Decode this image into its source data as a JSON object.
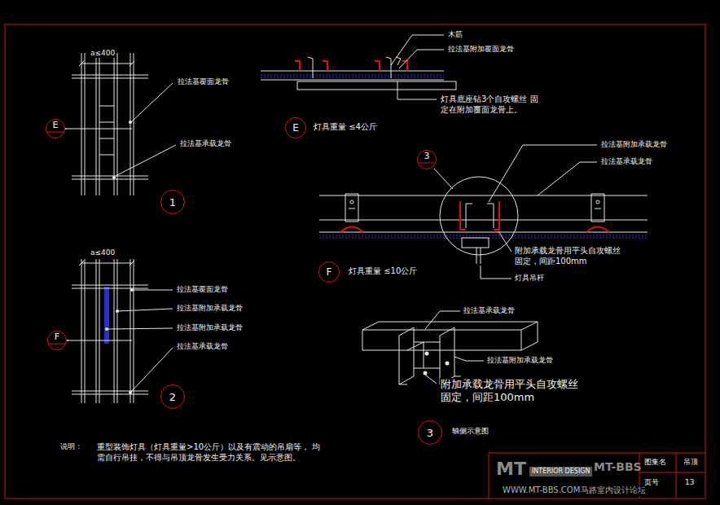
{
  "diagram": {
    "nodes": [
      {
        "text": [
          "E"
        ]
      },
      {
        "text": [
          "1"
        ]
      },
      {
        "text": [
          "F"
        ]
      },
      {
        "text": [
          "2"
        ]
      },
      {
        "text": [
          "E"
        ]
      },
      {
        "text": [
          "3"
        ]
      },
      {
        "text": [
          "F"
        ]
      },
      {
        "text": [
          "3"
        ]
      }
    ],
    "labels": [
      "a≤400",
      "拉法基覆面龙骨",
      "拉法基承载龙骨",
      "a≤400",
      "拉法基覆面龙骨",
      "拉法基附加承载龙骨",
      "拉法基附加承载龙骨",
      "拉法基承载龙骨",
      "木筋",
      "拉法基附加覆面龙骨",
      "灯具底座钻3个自攻螺丝 固定在附加覆面龙骨上。",
      "灯具重量 ≤4公斤",
      "拉法基附加承载龙骨",
      "拉法基承载龙骨",
      "附加承载龙骨用平头自攻螺丝 固定，间距100mm",
      "灯具吊杆",
      "灯具重量 ≤10公斤",
      "拉法基承载龙骨",
      "拉法基附加承载龙骨",
      "附加承载龙骨用平头自攻螺丝 固定，间距100mm",
      "轴侧示意图",
      "说明：",
      "重型装饰灯具（灯具重量>10公斤）以及有震动的吊扇等， 均需自行吊挂，不得与吊顶龙骨发生受力关系。见示意图。",
      "图集名",
      "吊顶",
      "页号",
      "13",
      "MT",
      "INTERIOR DESIGN",
      "MT-BBS",
      "WWW.MT-BBS.COM",
      "马路室内设计论坛"
    ]
  }
}
